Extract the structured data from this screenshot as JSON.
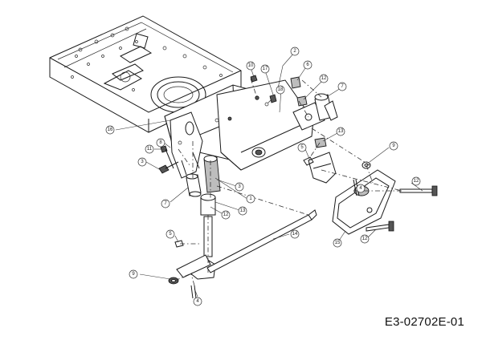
{
  "drawing_code": "E3-02702E-01",
  "callouts": [
    {
      "label": "2"
    },
    {
      "label": "6"
    },
    {
      "label": "12"
    },
    {
      "label": "7"
    },
    {
      "label": "10"
    },
    {
      "label": "17"
    },
    {
      "label": "18"
    },
    {
      "label": "16"
    },
    {
      "label": "8"
    },
    {
      "label": "11"
    },
    {
      "label": "3"
    },
    {
      "label": "7"
    },
    {
      "label": "13"
    },
    {
      "label": "9"
    },
    {
      "label": "5"
    },
    {
      "label": "3"
    },
    {
      "label": "1"
    },
    {
      "label": "12"
    },
    {
      "label": "13"
    },
    {
      "label": "4"
    },
    {
      "label": "12"
    },
    {
      "label": "5"
    },
    {
      "label": "14"
    },
    {
      "label": "15"
    },
    {
      "label": "12"
    },
    {
      "label": "9"
    },
    {
      "label": "4"
    }
  ]
}
